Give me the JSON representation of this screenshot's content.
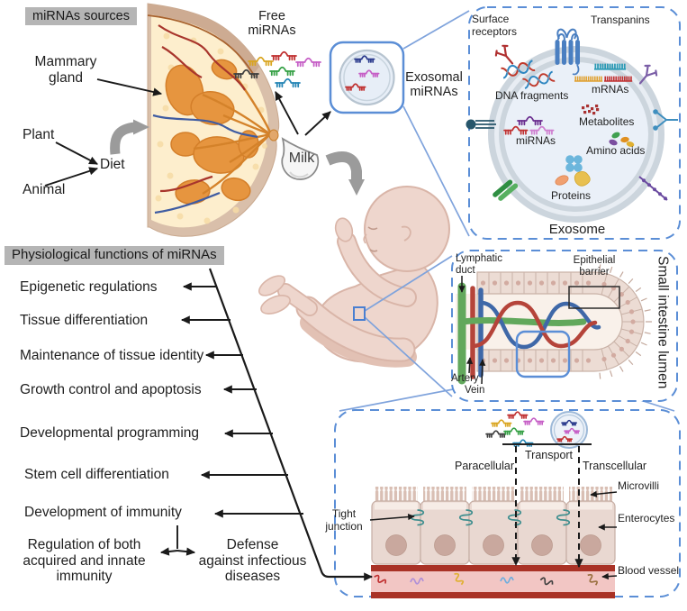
{
  "palette": {
    "box_border_blue": "#5b8ed6",
    "connector_blue": "#7fa3dc",
    "badge_bg": "#b5b5b5",
    "arrow_gray": "#9b9b9b",
    "exosome_ring_gray": "#ccd5dd",
    "exosome_lumen_blue": "#eaf0f8",
    "blood_vessel_wall": "#a93226",
    "blood_vessel_lumen": "#f2c6c4",
    "enterocyte_fill": "#e9d8d1",
    "tight_junction_teal": "#3e8e8e",
    "lymphatic_green": "#62a85c",
    "artery_red": "#b5443a",
    "vein_blue": "#3f68a8",
    "mirna_colors": [
      "#d9a520",
      "#c03030",
      "#c65fc6",
      "#3f3f3f",
      "#35a045",
      "#2585b5",
      "#2a3a8c",
      "#6a2d8f",
      "#cf7fd0"
    ]
  },
  "icons": {
    "mirna-icon": "hairpin-comb",
    "exosome-icon": "double-ring-vesicle",
    "antibody-icon": "Y-receptor",
    "dna-icon": "double-helix",
    "coil-icon": "tight-junction-spring",
    "arrow-icon": "black-arrow"
  },
  "sources": {
    "badge": "miRNAs sources",
    "mammary_gland": "Mammary\ngland",
    "plant": "Plant",
    "diet": "Diet",
    "animal": "Animal"
  },
  "milk": {
    "free": "Free\nmiRNAs",
    "exosomal": "Exosomal\nmiRNAs",
    "label": "Milk"
  },
  "exosome": {
    "surface_receptors": "Surface\nreceptors",
    "transpanins": "Transpanins",
    "dna_fragments": "DNA fragments",
    "mrnas": "mRNAs",
    "metabolites": "Metabolites",
    "mirnas": "miRNAs",
    "amino_acids": "Amino acids",
    "proteins": "Proteins",
    "title": "Exosome"
  },
  "intestine": {
    "lymphatic_duct": "Lymphatic\nduct",
    "epithelial_barrier": "Epithelial\nbarrier",
    "artery": "Artery",
    "vein": "Vein",
    "side_title": "Small intestine lumen"
  },
  "transport": {
    "transport": "Transport",
    "paracellular": "Paracellular",
    "transcellular": "Transcellular",
    "microvilli": "Microvilli",
    "tight_junction": "Tight\njunction",
    "enterocytes": "Enterocytes",
    "blood_vessel": "Blood vessel"
  },
  "functions": {
    "badge": "Physiological functions of miRNAs",
    "items": [
      "Epigenetic regulations",
      "Tissue differentiation",
      "Maintenance of tissue identity",
      "Growth control and apoptosis",
      "Developmental programming",
      "Stem cell differentiation",
      "Development of immunity"
    ],
    "immunity_left": "Regulation of both\nacquired and innate\nimmunity",
    "immunity_right": "Defense\nagainst infectious\ndiseases"
  }
}
